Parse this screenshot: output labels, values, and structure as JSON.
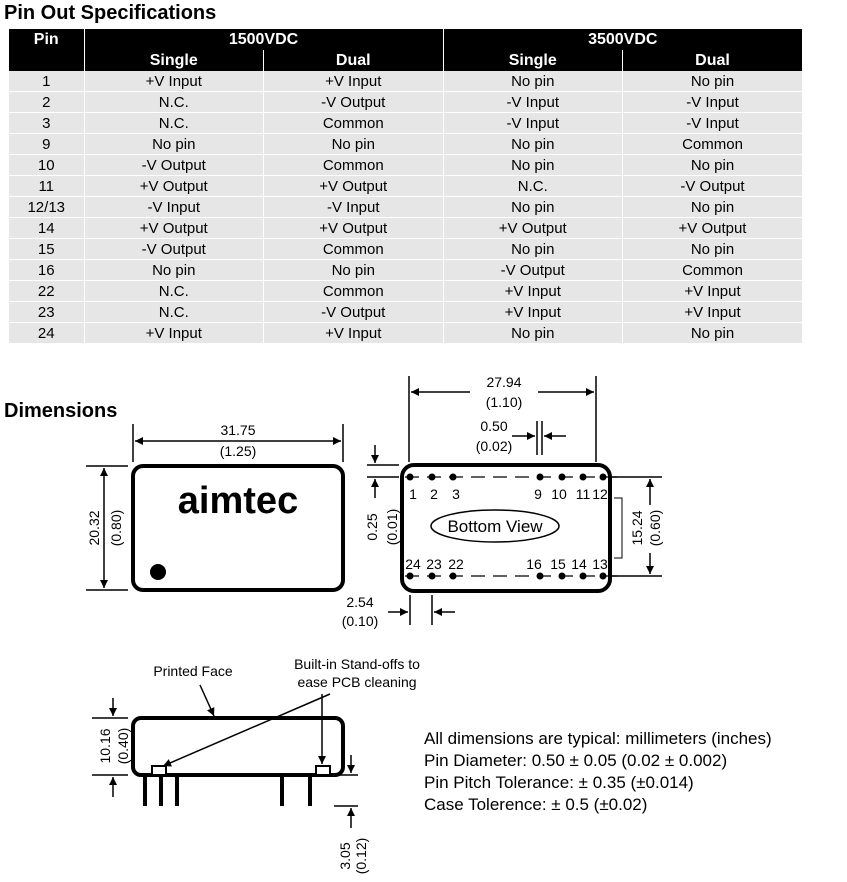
{
  "pinout": {
    "title": "Pin Out Specifications",
    "header_pin": "Pin",
    "group_1500": "1500VDC",
    "group_3500": "3500VDC",
    "sub_single_1500": "Single",
    "sub_dual_1500": "Dual",
    "sub_single_3500": "Single",
    "sub_dual_3500": "Dual",
    "rows": [
      [
        "1",
        "+V Input",
        "+V Input",
        "No pin",
        "No pin"
      ],
      [
        "2",
        "N.C.",
        "-V Output",
        "-V Input",
        "-V Input"
      ],
      [
        "3",
        "N.C.",
        "Common",
        "-V Input",
        "-V Input"
      ],
      [
        "9",
        "No pin",
        "No pin",
        "No pin",
        "Common"
      ],
      [
        "10",
        "-V Output",
        "Common",
        "No pin",
        "No pin"
      ],
      [
        "11",
        "+V Output",
        "+V Output",
        "N.C.",
        "-V Output"
      ],
      [
        "12/13",
        "-V Input",
        "-V Input",
        "No pin",
        "No pin"
      ],
      [
        "14",
        "+V Output",
        "+V Output",
        "+V Output",
        "+V Output"
      ],
      [
        "15",
        "-V Output",
        "Common",
        "No pin",
        "No pin"
      ],
      [
        "16",
        "No pin",
        "No pin",
        "-V Output",
        "Common"
      ],
      [
        "22",
        "N.C.",
        "Common",
        "+V Input",
        "+V Input"
      ],
      [
        "23",
        "N.C.",
        "-V Output",
        "+V Input",
        "+V Input"
      ],
      [
        "24",
        "+V Input",
        "+V Input",
        "No pin",
        "No pin"
      ]
    ]
  },
  "dimensions": {
    "title": "Dimensions",
    "logo_text": "aimtec",
    "top_width_mm": "31.75",
    "top_width_in": "(1.25)",
    "top_height_mm": "20.32",
    "top_height_in": "(0.80)",
    "bottom_width_mm": "27.94",
    "bottom_width_in": "(1.10)",
    "pin_width_mm": "0.50",
    "pin_width_in": "(0.02)",
    "edge_offset_mm": "0.25",
    "edge_offset_in": "(0.01)",
    "row_spacing_mm": "15.24",
    "row_spacing_in": "(0.60)",
    "pitch_mm": "2.54",
    "pitch_in": "(0.10)",
    "bottom_view_label": "Bottom View",
    "top_pin_numbers": [
      "1",
      "2",
      "3",
      "9",
      "10",
      "11",
      "12"
    ],
    "bottom_pin_numbers": [
      "24",
      "23",
      "22",
      "16",
      "15",
      "14",
      "13"
    ],
    "side_printed_face": "Printed Face",
    "side_standoffs_line1": "Built-in Stand-offs to",
    "side_standoffs_line2": "ease PCB cleaning",
    "side_height_mm": "10.16",
    "side_height_in": "(0.40)",
    "pin_length_mm": "3.05",
    "pin_length_in": "(0.12)"
  },
  "notes": [
    "All dimensions are typical: millimeters (inches)",
    "Pin Diameter: 0.50 ± 0.05 (0.02 ± 0.002)",
    "Pin Pitch Tolerance: ± 0.35 (±0.014)",
    "Case Tolerence: ± 0.5 (±0.02)"
  ]
}
